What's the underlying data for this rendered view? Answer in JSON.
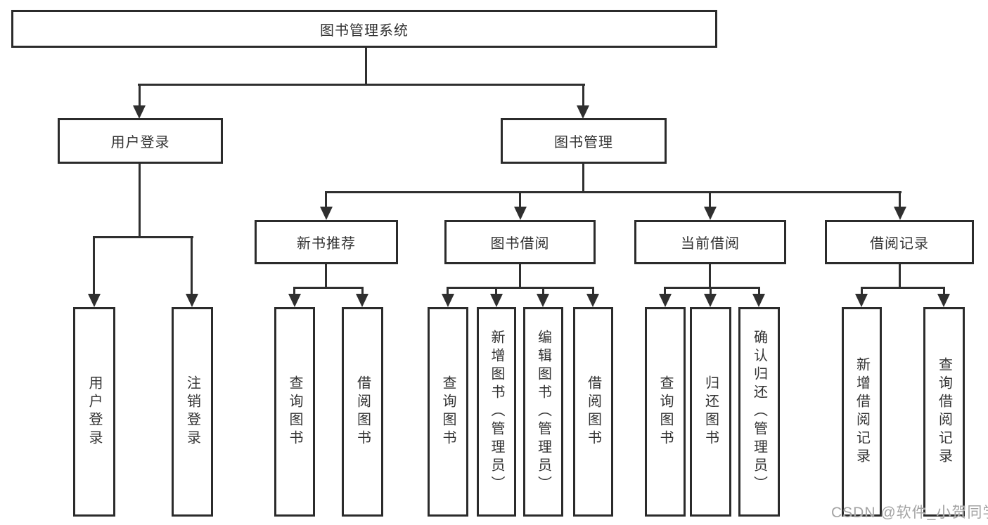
{
  "diagram_type": "tree",
  "title": "图书管理系统",
  "tree": {
    "label": "图书管理系统",
    "children": [
      {
        "label": "用户登录",
        "children": [
          {
            "label": "用户登录"
          },
          {
            "label": "注销登录"
          }
        ]
      },
      {
        "label": "图书管理",
        "children": [
          {
            "label": "新书推荐",
            "children": [
              {
                "label": "查询图书"
              },
              {
                "label": "借阅图书"
              }
            ]
          },
          {
            "label": "图书借阅",
            "children": [
              {
                "label": "查询图书"
              },
              {
                "label": "新增图书（管理员）"
              },
              {
                "label": "编辑图书（管理员）"
              },
              {
                "label": "借阅图书"
              }
            ]
          },
          {
            "label": "当前借阅",
            "children": [
              {
                "label": "查询图书"
              },
              {
                "label": "归还图书"
              },
              {
                "label": "确认归还（管理员）"
              }
            ]
          },
          {
            "label": "借阅记录",
            "children": [
              {
                "label": "新增借阅记录"
              },
              {
                "label": "查询借阅记录"
              }
            ]
          }
        ]
      }
    ]
  },
  "watermark": {
    "text": "CSDN @软件_小贺同学"
  },
  "colors": {
    "background": "#ffffff",
    "box_border": "#2b2b2b",
    "line": "#2f2f2f",
    "text": "#333333",
    "watermark": "#a3a3a3"
  }
}
